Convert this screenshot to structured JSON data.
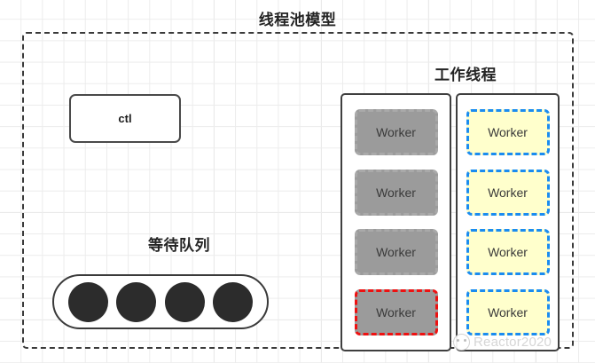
{
  "diagram": {
    "title": "线程池模型",
    "pool_frame_name": "thread-pool-boundary",
    "ctl": {
      "label": "ctl"
    },
    "waiting_queue": {
      "label": "等待队列",
      "task_count": 4,
      "tasks": [
        "task",
        "task",
        "task",
        "task"
      ]
    },
    "worker_threads": {
      "label": "工作线程",
      "core_column": {
        "workers": [
          {
            "label": "Worker",
            "style": "gray"
          },
          {
            "label": "Worker",
            "style": "gray"
          },
          {
            "label": "Worker",
            "style": "gray"
          },
          {
            "label": "Worker",
            "style": "gray-red"
          }
        ]
      },
      "extra_column": {
        "workers": [
          {
            "label": "Worker",
            "style": "yellow-blue"
          },
          {
            "label": "Worker",
            "style": "yellow-blue"
          },
          {
            "label": "Worker",
            "style": "yellow-blue"
          },
          {
            "label": "Worker",
            "style": "yellow-blue"
          }
        ]
      }
    }
  },
  "watermark": {
    "text": "Reactor2020",
    "icon": "circular-logo-icon"
  },
  "colors": {
    "background": "#ffffff",
    "grid_minor": "#ececec",
    "grid_major": "#e2e2e2",
    "outline": "#3a3a3a",
    "worker_gray_fill": "#9b9b9b",
    "worker_gray_border": "#a9a9a9",
    "worker_red_border": "#ee1111",
    "worker_yellow_fill": "#ffffcc",
    "worker_blue_border": "#1a8cf0",
    "queue_dot": "#2c2c2c",
    "text": "#242424",
    "watermark_text": "#d2d2d2"
  }
}
